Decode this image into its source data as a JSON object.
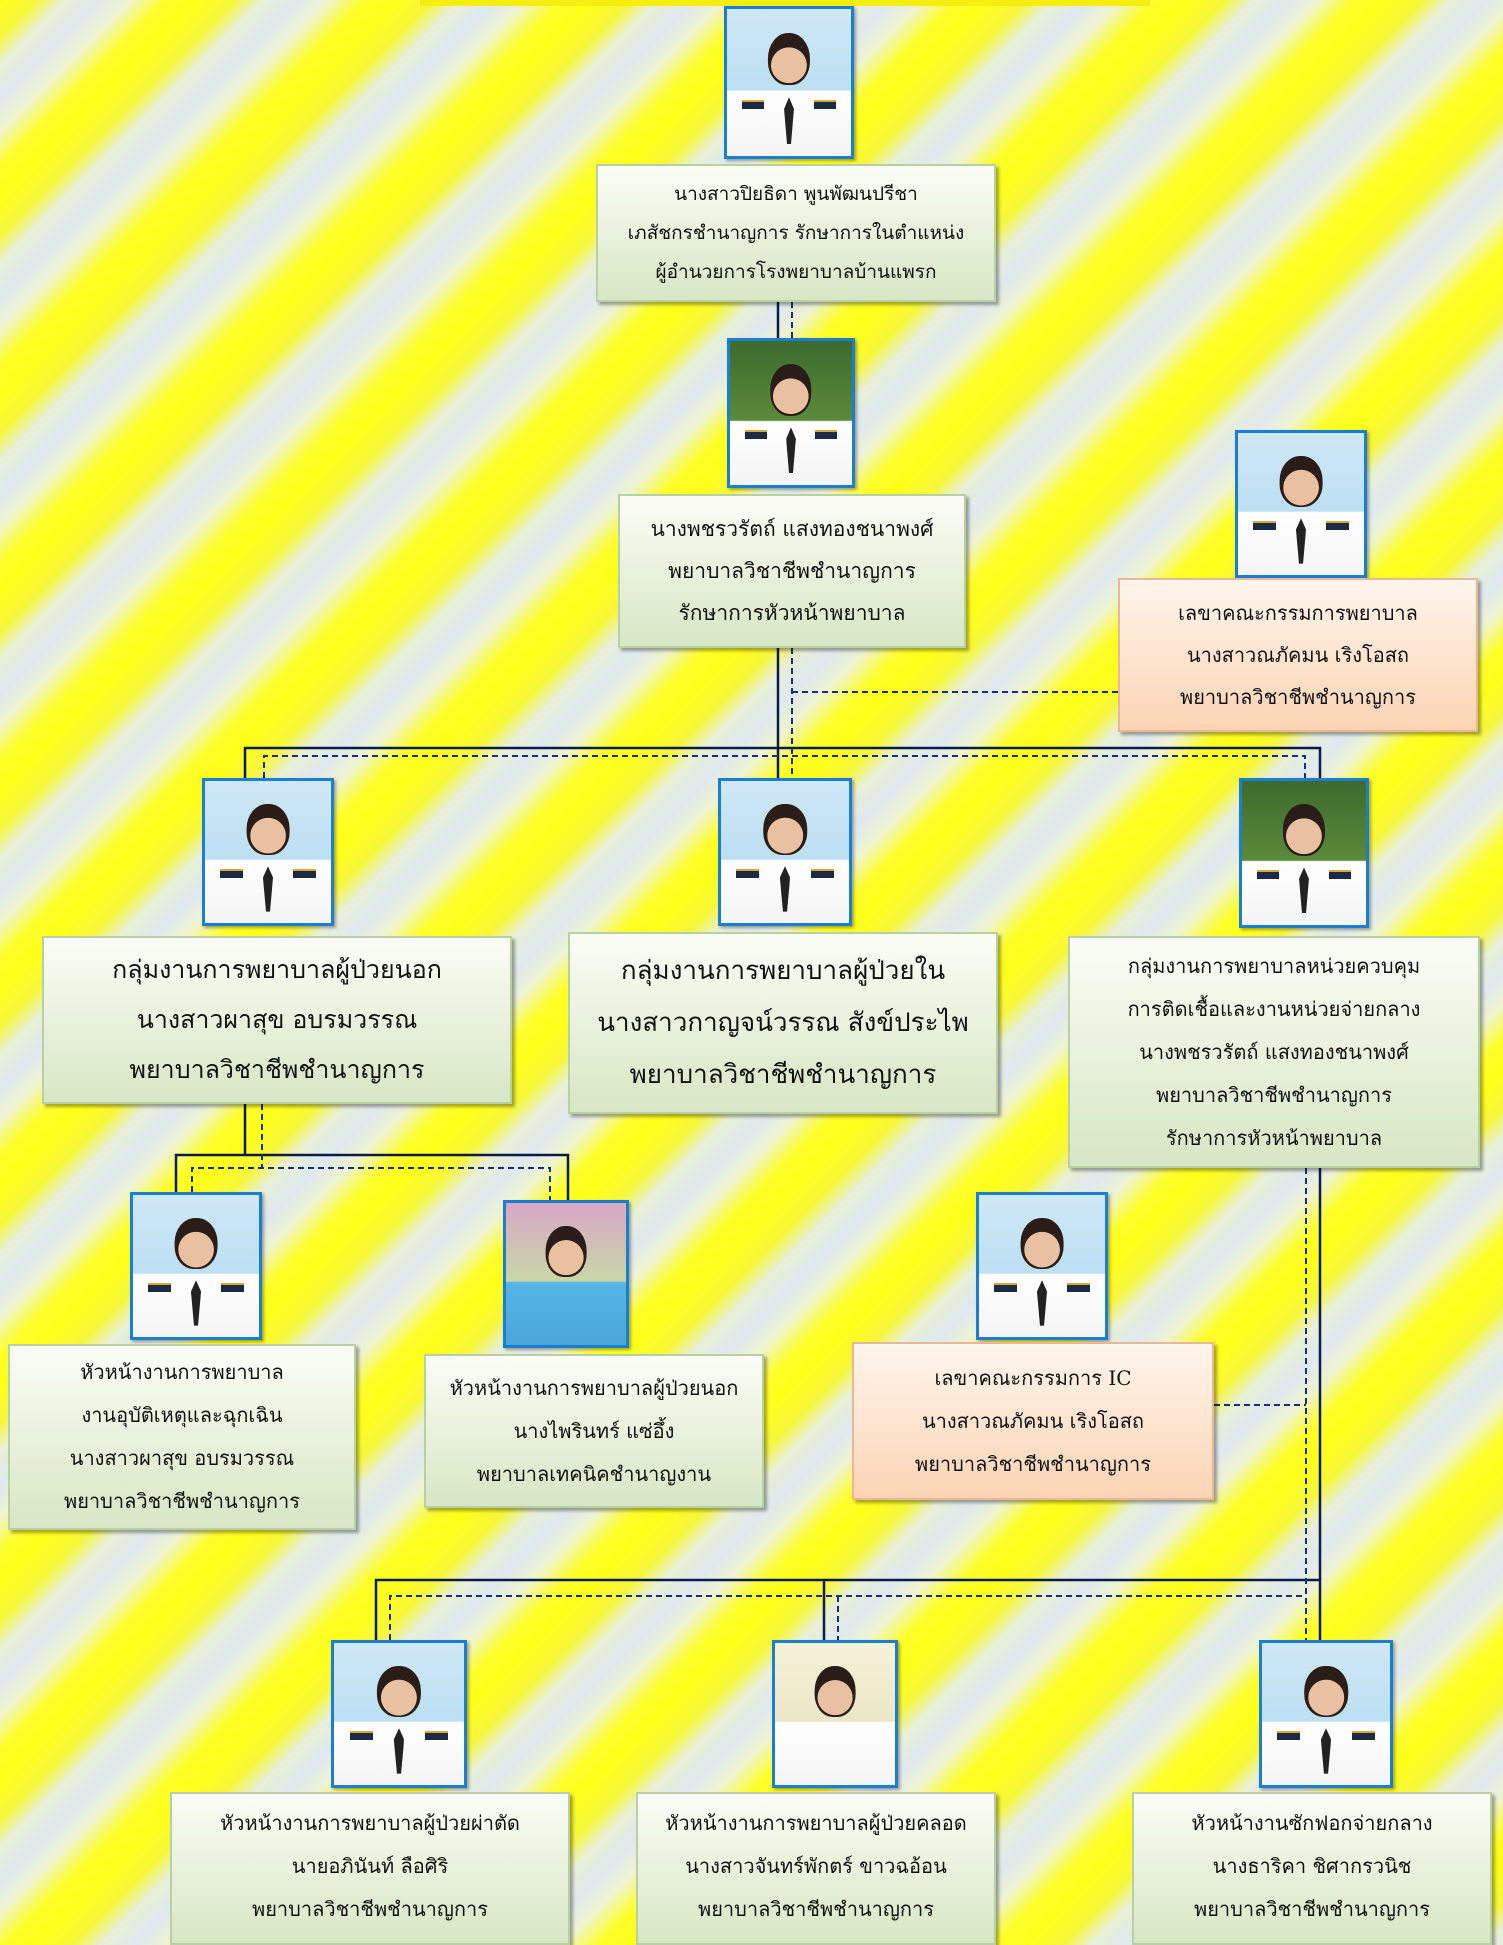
{
  "colors": {
    "solid_line": "#0d1b4a",
    "dashed_line": "#1b2f74",
    "box_green": "#d7e7c4",
    "box_peach": "#fbd4b4",
    "photo_border": "#1a7fd0"
  },
  "director": {
    "photo_icon": "person-photo-icon",
    "lines": [
      "นางสาวปิยธิดา พูนพัฒนปรีชา",
      "เภสัชกรชำนาญการ รักษาการในตำแหน่ง",
      "ผู้อำนวยการโรงพยาบาลบ้านแพรก"
    ]
  },
  "head_nurse": {
    "lines": [
      "นางพชรวรัตถ์ แสงทองชนาพงศ์",
      "พยาบาลวิชาชีพชำนาญการ",
      "รักษาการหัวหน้าพยาบาล"
    ]
  },
  "nursing_secretary": {
    "lines": [
      "เลขาคณะกรรมการพยาบาล",
      "นางสาวณภัคมน เริงโอสถ",
      "พยาบาลวิชาชีพชำนาญการ"
    ]
  },
  "opd_group": {
    "lines": [
      "กลุ่มงานการพยาบาลผู้ป่วยนอก",
      "นางสาวผาสุข  อบรมวรรณ",
      "พยาบาลวิชาชีพชำนาญการ"
    ]
  },
  "ipd_group": {
    "lines": [
      "กลุ่มงานการพยาบาลผู้ป่วยใน",
      "นางสาวกาญจน์วรรณ  สังข์ประไพ",
      "พยาบาลวิชาชีพชำนาญการ"
    ]
  },
  "ic_group": {
    "lines": [
      "กลุ่มงานการพยาบาลหน่วยควบคุม",
      "การติดเชื้อและงานหน่วยจ่ายกลาง",
      "นางพชรวรัตถ์ แสงทองชนาพงศ์",
      "พยาบาลวิชาชีพชำนาญการ",
      "รักษาการหัวหน้าพยาบาล"
    ]
  },
  "er_head": {
    "lines": [
      "หัวหน้างานการพยาบาล",
      "งานอุบัติเหตุและฉุกเฉิน",
      "นางสาวผาสุข อบรมวรรณ",
      "พยาบาลวิชาชีพชำนาญการ"
    ]
  },
  "opd_head": {
    "lines": [
      "หัวหน้างานการพยาบาลผู้ป่วยนอก",
      "นางไพรินทร์  แซ่อึ้ง",
      "พยาบาลเทคนิคชำนาญงาน"
    ]
  },
  "ic_secretary": {
    "lines": [
      "เลขาคณะกรรมการ IC",
      "นางสาวณภัคมน  เริงโอสถ",
      "พยาบาลวิชาชีพชำนาญการ"
    ]
  },
  "or_head": {
    "lines": [
      "หัวหน้างานการพยาบาลผู้ป่วยผ่าตัด",
      "นายอภินันท์  ลือศิริ",
      "พยาบาลวิชาชีพชำนาญการ"
    ]
  },
  "lr_head": {
    "lines": [
      "หัวหน้างานการพยาบาลผู้ป่วยคลอด",
      "นางสาวจันทร์พักตร์ ขาวฉอ้อน",
      "พยาบาลวิชาชีพชำนาญการ"
    ]
  },
  "cssd_head": {
    "lines": [
      "หัวหน้างานซักฟอกจ่ายกลาง",
      "นางธาริคา ชิศากรวนิช",
      "พยาบาลวิชาชีพชำนาญการ"
    ]
  }
}
